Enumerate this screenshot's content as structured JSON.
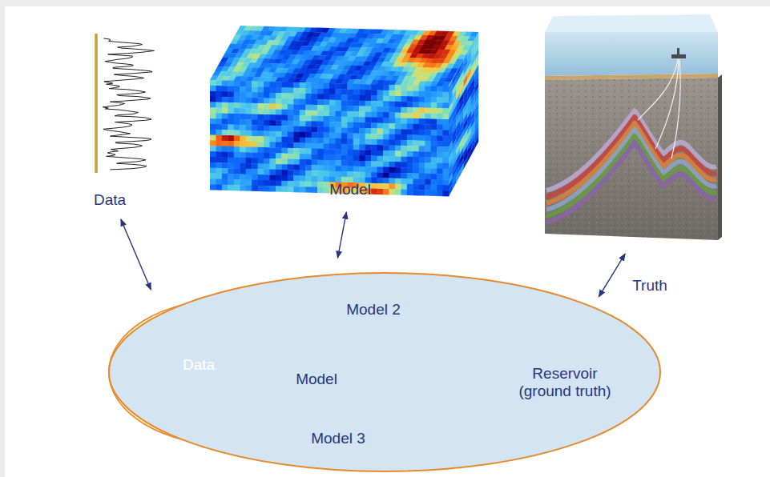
{
  "diagram": {
    "nodes": [
      {
        "text": [
          "Data"
        ]
      },
      {
        "text": [
          "Model"
        ]
      },
      {
        "text": [
          "Truth"
        ]
      },
      {
        "text": [
          "Reservoir (ground truth)"
        ]
      },
      {
        "text": [
          "Model"
        ],
        "in": 3
      },
      {
        "text": [
          "Data"
        ],
        "in": 4
      },
      {
        "text": [
          "Model 2"
        ],
        "in": 3
      },
      {
        "text": [
          "Model 3"
        ],
        "in": 3
      }
    ],
    "edges": [
      {
        "from": 0,
        "to": 3,
        "arrow": "both"
      },
      {
        "from": 1,
        "to": 3,
        "arrow": "both"
      },
      {
        "from": 2,
        "to": 3,
        "arrow": "both"
      }
    ]
  }
}
